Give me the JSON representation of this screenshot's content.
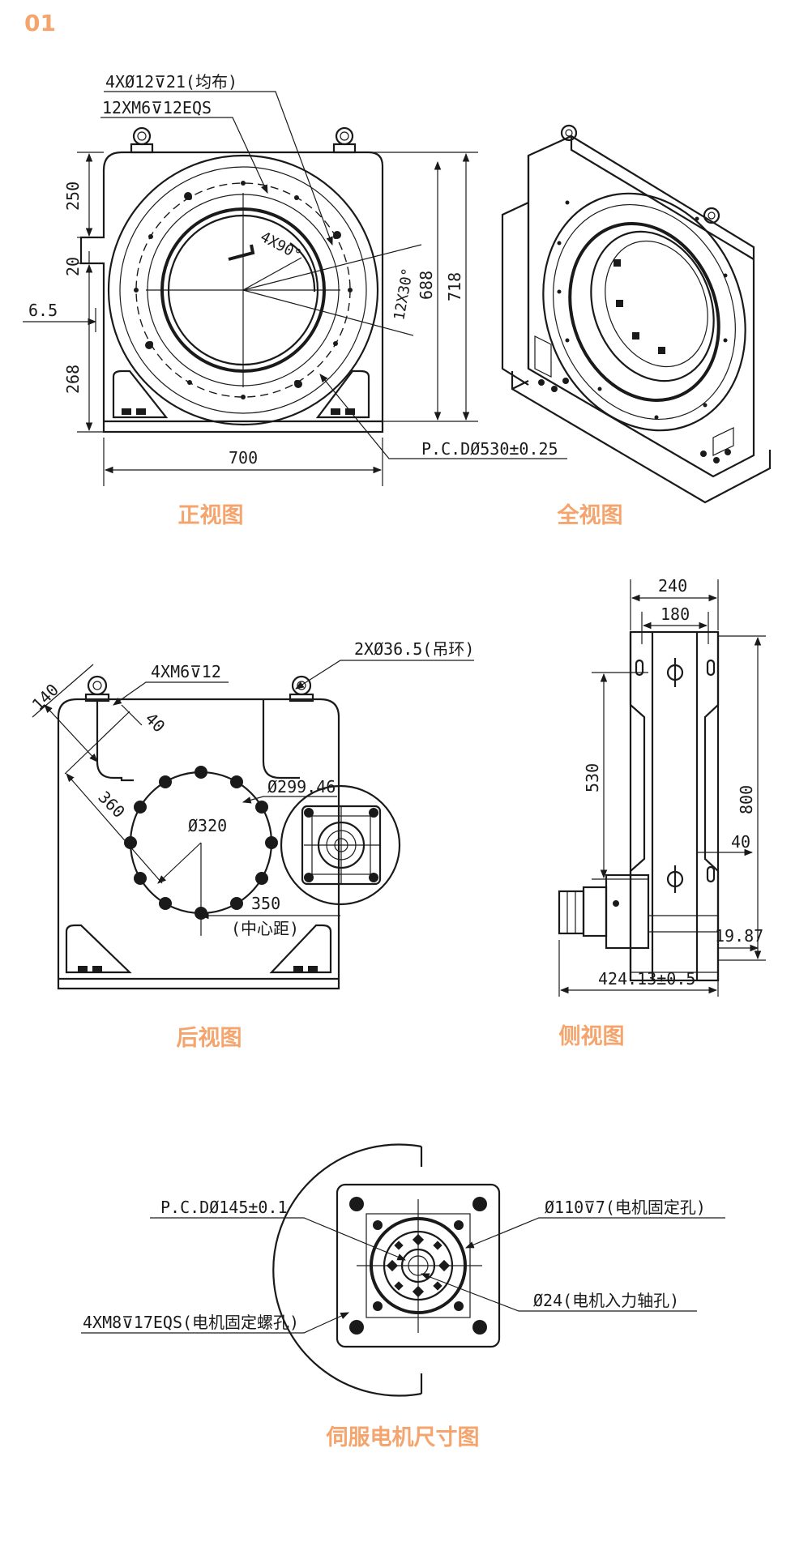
{
  "page_index": "01",
  "accent_color": "#f4a46c",
  "views": {
    "front": {
      "caption": "正视图",
      "dims": {
        "holes": "4XØ12⊽21(均布)",
        "threads": "12XM6⊽12EQS",
        "angle_a": "4X90°",
        "angle_b": "12X30°",
        "d250": "250",
        "d20": "20",
        "d6_5": "6.5",
        "d268": "268",
        "d700": "700",
        "d688": "688",
        "d718": "718",
        "pcd": "P.C.DØ530±0.25"
      }
    },
    "iso": {
      "caption": "全视图"
    },
    "rear": {
      "caption": "后视图",
      "dims": {
        "lifting": "2XØ36.5(吊环)",
        "threads": "4XM6⊽12",
        "d140": "140",
        "d40": "40",
        "d360": "360",
        "d299": "Ø299.46",
        "d320": "Ø320",
        "d350": "350",
        "center": "(中心距)"
      }
    },
    "side": {
      "caption": "侧视图",
      "dims": {
        "d240": "240",
        "d180": "180",
        "d530": "530",
        "d800": "800",
        "d40": "40",
        "d19_87": "19.87",
        "d424": "424.13±0.5"
      }
    },
    "servo": {
      "caption": "伺服电机尺寸图",
      "dims": {
        "pcd": "P.C.DØ145±0.1",
        "bore": "Ø110⊽7(电机固定孔)",
        "shaft": "Ø24(电机入力轴孔)",
        "screws": "4XM8⊽17EQS(电机固定螺孔)"
      }
    }
  }
}
